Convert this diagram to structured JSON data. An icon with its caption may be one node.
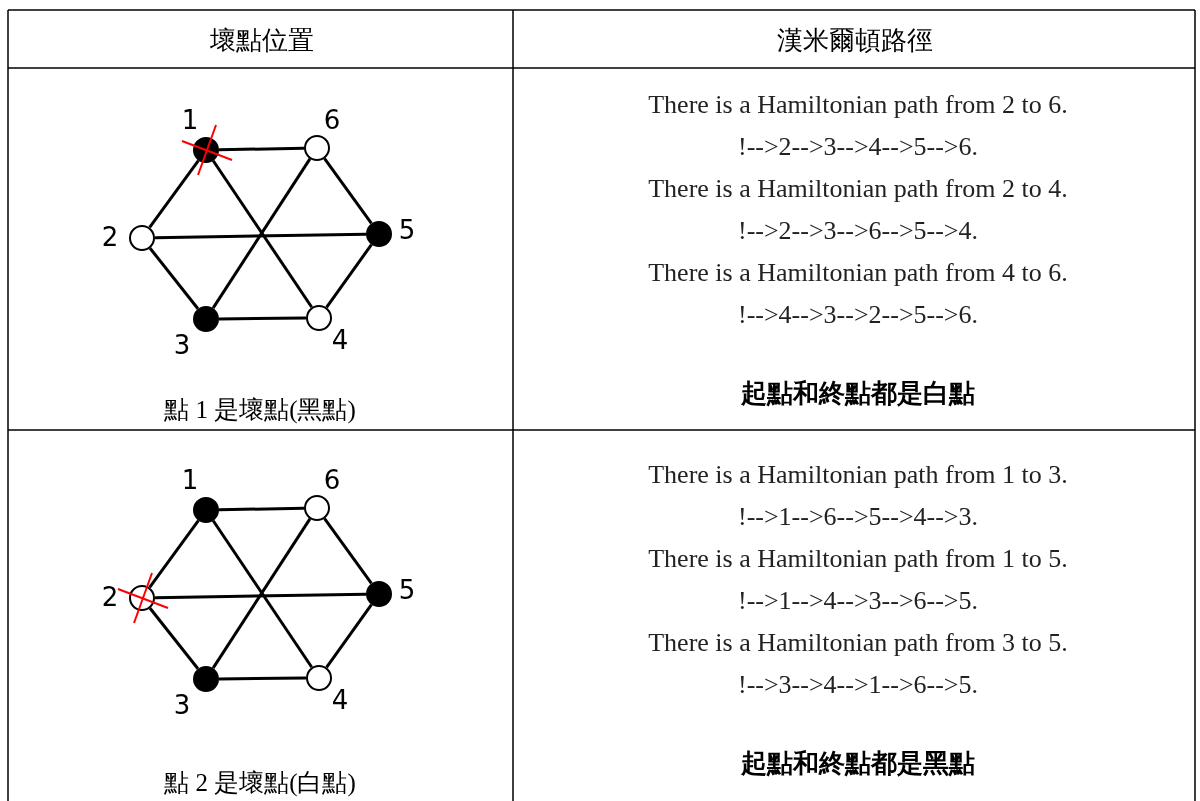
{
  "diagram": {
    "nodes": [
      {
        "text": [],
        "shape": "dot",
        "beside": [
          "1"
        ]
      },
      {
        "text": [],
        "shape": "circle",
        "beside": [
          "2"
        ]
      },
      {
        "text": [],
        "shape": "dot",
        "beside": [
          "3"
        ]
      },
      {
        "text": [],
        "shape": "circle",
        "beside": [
          "4"
        ]
      },
      {
        "text": [],
        "shape": "dot",
        "beside": [
          "5"
        ]
      },
      {
        "text": [],
        "shape": "circle",
        "beside": [
          "6"
        ]
      },
      {
        "text": [],
        "shape": "dot",
        "beside": [
          "1"
        ]
      },
      {
        "text": [],
        "shape": "circle",
        "beside": [
          "2"
        ]
      },
      {
        "text": [],
        "shape": "dot",
        "beside": [
          "3"
        ]
      },
      {
        "text": [],
        "shape": "circle",
        "beside": [
          "4"
        ]
      },
      {
        "text": [],
        "shape": "dot",
        "beside": [
          "5"
        ]
      },
      {
        "text": [],
        "shape": "circle",
        "beside": [
          "6"
        ]
      }
    ],
    "edges": [
      {
        "from": 0,
        "to": 5,
        "arrow": "none"
      },
      {
        "from": 5,
        "to": 4,
        "arrow": "none"
      },
      {
        "from": 4,
        "to": 3,
        "arrow": "none"
      },
      {
        "from": 3,
        "to": 2,
        "arrow": "none"
      },
      {
        "from": 2,
        "to": 1,
        "arrow": "none"
      },
      {
        "from": 1,
        "to": 0,
        "arrow": "none"
      },
      {
        "from": 0,
        "to": 3,
        "arrow": "none"
      },
      {
        "from": 5,
        "to": 2,
        "arrow": "none"
      },
      {
        "from": 1,
        "to": 4,
        "arrow": "none"
      },
      {
        "from": 6,
        "to": 11,
        "arrow": "none"
      },
      {
        "from": 11,
        "to": 10,
        "arrow": "none"
      },
      {
        "from": 10,
        "to": 9,
        "arrow": "none"
      },
      {
        "from": 9,
        "to": 8,
        "arrow": "none"
      },
      {
        "from": 8,
        "to": 7,
        "arrow": "none"
      },
      {
        "from": 7,
        "to": 6,
        "arrow": "none"
      },
      {
        "from": 6,
        "to": 9,
        "arrow": "none"
      },
      {
        "from": 11,
        "to": 8,
        "arrow": "none"
      },
      {
        "from": 7,
        "to": 10,
        "arrow": "none"
      }
    ],
    "labels": [
      "壞點位置",
      "漢米爾頓路徑",
      "點 1 是壞點(黑點)",
      "There is a Hamiltonian path from 2 to 6.",
      "!-->2-->3-->4-->5-->6.",
      "There is a Hamiltonian path from 2 to 4.",
      "!-->2-->3-->6-->5-->4.",
      "There is a Hamiltonian path from 4 to 6.",
      "!-->4-->3-->2-->5-->6.",
      "起點和終點都是白點",
      "點 2 是壞點(白點)",
      "There is a Hamiltonian path from 1 to 3.",
      "!-->1-->6-->5-->4-->3.",
      "There is a Hamiltonian path from 1 to 5.",
      "!-->1-->4-->3-->6-->5.",
      "There is a Hamiltonian path from 3 to 5.",
      "!-->3-->4-->1-->6-->5.",
      "起點和終點都是黑點"
    ]
  }
}
